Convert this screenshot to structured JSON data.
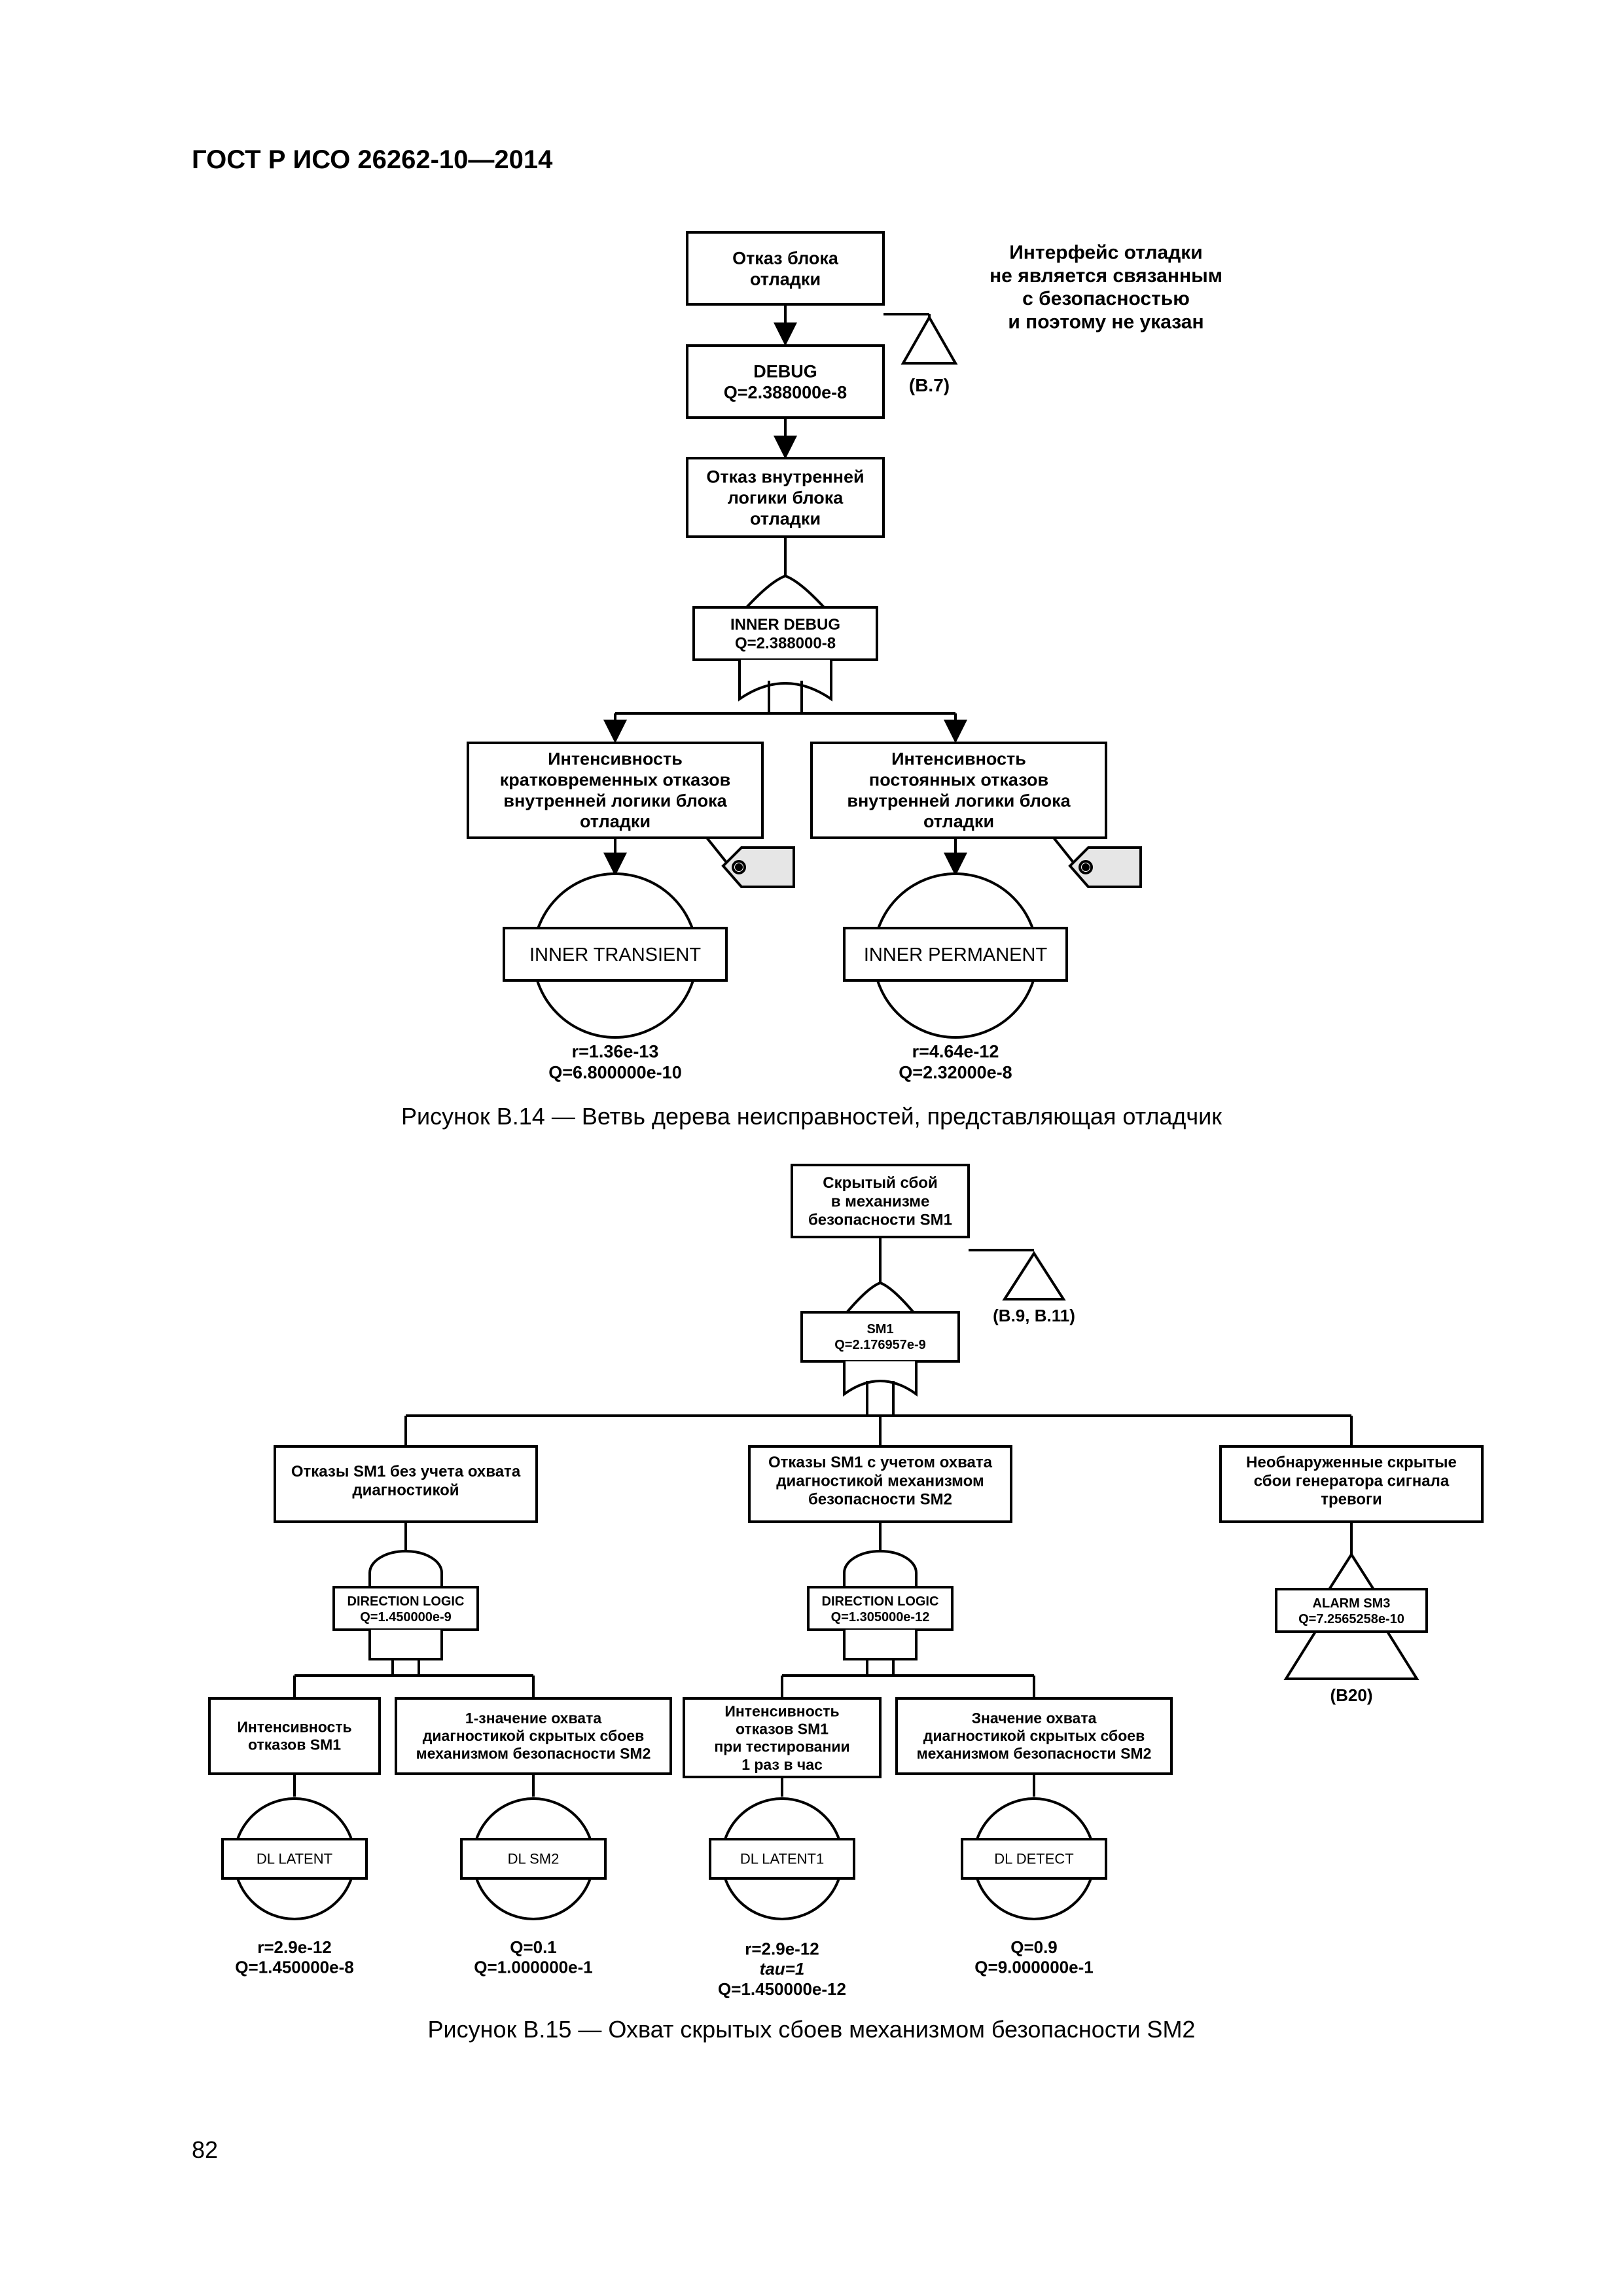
{
  "header": {
    "standard": "ГОСТ Р ИСО 26262-10—2014"
  },
  "figure14": {
    "caption": "Рисунок В.14 — Ветвь дерева неисправностей, представляющая отладчик",
    "top_event": [
      "Отказ блока",
      "отладки"
    ],
    "note": [
      "Интерфейс отладки",
      "не является связанным",
      "с безопасностью",
      "и поэтому не указан"
    ],
    "transfer_ref": "(B.7)",
    "debug_gate": [
      "DEBUG",
      "Q=2.388000e-8"
    ],
    "inner_event": [
      "Отказ внутренней",
      "логики блока",
      "отладки"
    ],
    "inner_gate": [
      "INNER DEBUG",
      "Q=2.388000-8"
    ],
    "transient_event": [
      "Интенсивность",
      "кратковременных отказов",
      "внутренней логики блока",
      "отладки"
    ],
    "permanent_event": [
      "Интенсивность",
      "постоянных отказов",
      "внутренней логики блока",
      "отладки"
    ],
    "transient_basic": "INNER TRANSIENT",
    "permanent_basic": "INNER PERMANENT",
    "transient_values": [
      "r=1.36e-13",
      "Q=6.800000e-10"
    ],
    "permanent_values": [
      "r=4.64e-12",
      "Q=2.32000e-8"
    ]
  },
  "figure15": {
    "caption": "Рисунок В.15 — Охват скрытых сбоев механизмом безопасности SM2",
    "top_event": [
      "Скрытый сбой",
      "в механизме",
      "безопасности SM1"
    ],
    "transfer_ref": "(B.9, B.11)",
    "sm1_gate": [
      "SM1",
      "Q=2.176957e-9"
    ],
    "branch1": [
      "Отказы SM1 без учета охвата",
      "диагностикой"
    ],
    "branch2": [
      "Отказы SM1 с учетом охвата",
      "диагностикой механизмом",
      "безопасности SM2"
    ],
    "branch3": [
      "Необнаруженные скрытые",
      "сбои генератора сигнала",
      "тревоги"
    ],
    "dl_gate1": [
      "DIRECTION LOGIC",
      "Q=1.450000e-9"
    ],
    "dl_gate2": [
      "DIRECTION LOGIC",
      "Q=1.305000e-12"
    ],
    "alarm": [
      "ALARM SM3",
      "Q=7.2565258e-10"
    ],
    "alarm_ref": "(B20)",
    "leaf1": [
      "Интенсивность",
      "отказов SM1"
    ],
    "leaf2": [
      "1-значение охвата",
      "диагностикой скрытых сбоев",
      "механизмом безопасности SM2"
    ],
    "leaf3": [
      "Интенсивность",
      "отказов SM1",
      "при тестировании",
      "1 раз в час"
    ],
    "leaf4": [
      "Значение охвата",
      "диагностикой скрытых сбоев",
      "механизмом безопасности SM2"
    ],
    "basic1": "DL LATENT",
    "basic2": "DL SM2",
    "basic3": "DL LATENT1",
    "basic4": "DL DETECT",
    "values1": [
      "r=2.9e-12",
      "Q=1.450000e-8"
    ],
    "values2": [
      "Q=0.1",
      "Q=1.000000e-1"
    ],
    "values3": [
      "r=2.9e-12",
      "tau=1",
      "Q=1.450000e-12"
    ],
    "values4": [
      "Q=0.9",
      "Q=9.000000e-1"
    ]
  },
  "page_number": "82"
}
